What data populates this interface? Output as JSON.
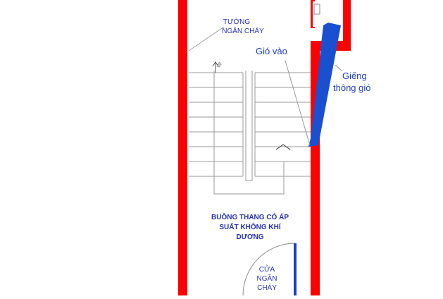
{
  "labels": {
    "fire_wall": [
      "TƯỜNG",
      "NGĂN CHÁY"
    ],
    "air_in": "Gió vào",
    "shaft": [
      "Giếng",
      "thông gió"
    ],
    "stair_room": [
      "BUỒNG THANG CÓ ÁP",
      "SUẤT KHÔNG KHÍ",
      "DƯƠNG"
    ],
    "fire_door": [
      "CỬA",
      "NGĂN",
      "CHÁY"
    ],
    "up": "Up"
  },
  "colors": {
    "wall": "#ff0000",
    "airflow": "#1a4fd0",
    "text": "#2433b8",
    "line": "#8a8a8a",
    "door": "#1a3fc8"
  }
}
